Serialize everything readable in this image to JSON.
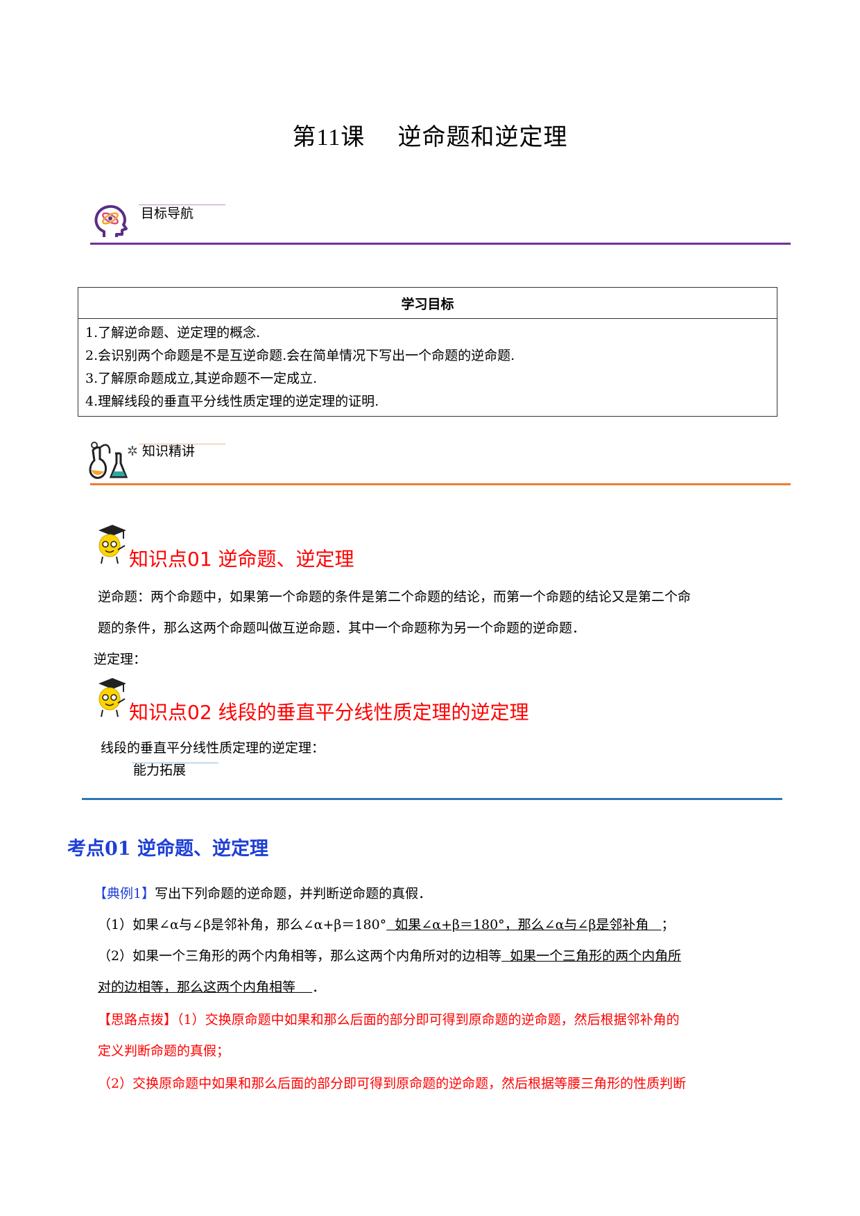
{
  "title": {
    "prefix": "第",
    "number": "11",
    "suffix": "课",
    "name": "逆命题和逆定理"
  },
  "sections": {
    "goals_nav": "目标导航",
    "knowledge": "知识精讲",
    "ability": "能力拓展"
  },
  "goals_table": {
    "header": "学习目标",
    "items": [
      "1.了解逆命题、逆定理的概念.",
      "2.会识别两个命题是不是互逆命题.会在简单情况下写出一个命题的逆命题.",
      "3.了解原命题成立,其逆命题不一定成立.",
      "4.理解线段的垂直平分线性质定理的逆定理的证明."
    ]
  },
  "kp1": {
    "title": "知识点01 逆命题、逆定理",
    "para_line1": "逆命题：两个命题中，如果第一个命题的条件是第二个命题的结论，而第一个命题的结论又是第二个命",
    "para_line2": "题的条件，那么这两个命题叫做互逆命题．其中一个命题称为另一个命题的逆命题．",
    "converse_theorem": "逆定理："
  },
  "kp2": {
    "title": "知识点02 线段的垂直平分线性质定理的逆定理",
    "text": "线段的垂直平分线性质定理的逆定理："
  },
  "exam1": {
    "title": "考点01  逆命题、逆定理",
    "example_label": "【典例1】",
    "example_text": "写出下列命题的逆命题，并判断逆命题的真假．",
    "q1_text": "（1）如果∠α与∠β是邻补角，那么∠α+β＝180°",
    "q1_answer": "  如果∠α+β＝180°，那么∠α与∠β是邻补角   ",
    "q1_end": "；",
    "q2_text": "（2）如果一个三角形的两个内角相等，那么这两个内角所对的边相等",
    "q2_answer_a": "  如果一个三角形的两个内角所",
    "q2_answer_b": "对的边相等，那么这两个内角相等    ",
    "q2_end": "．",
    "hint_label": "【思路点拨】",
    "hint1_a": "（1）交换原命题中如果和那么后面的部分即可得到原命题的逆命题，然后根据邻补角的",
    "hint1_b": "定义判断命题的真假；",
    "hint2": "（2）交换原命题中如果和那么后面的部分即可得到原命题的逆命题，然后根据等腰三角形的性质判断"
  },
  "colors": {
    "purple": "#7030a0",
    "orange": "#ed7d31",
    "blue": "#2e75b6",
    "red": "#ff0000",
    "exam_blue": "#1f3fd6"
  }
}
